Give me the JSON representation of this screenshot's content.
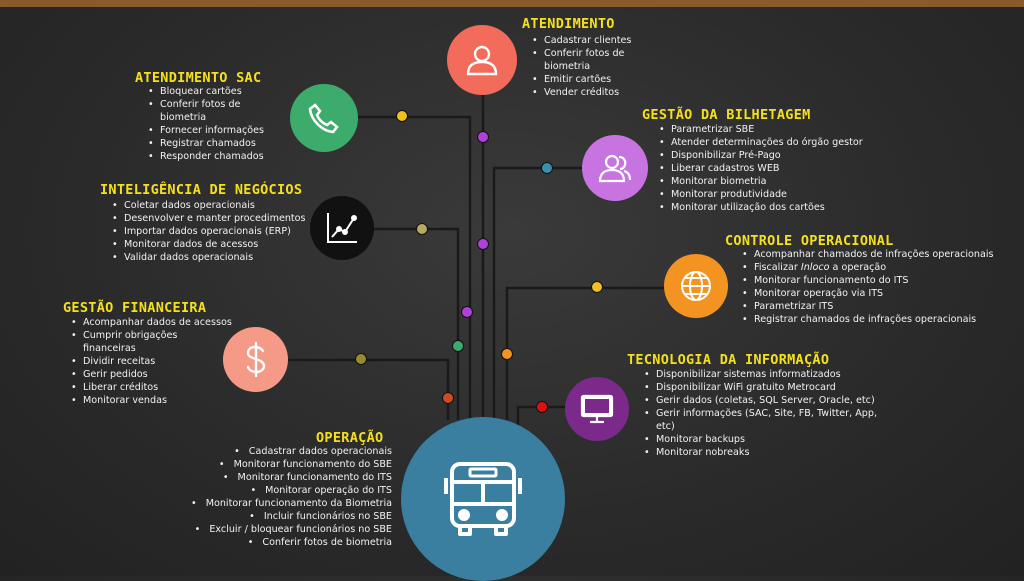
{
  "colors": {
    "title": "#f5e020",
    "atendimento": "#f26b5b",
    "sac": "#3dab6b",
    "bi": "#111111",
    "bilhetagem": "#c774e0",
    "financeira": "#f59a86",
    "controle": "#f39321",
    "ti": "#7b2a8c",
    "operacao": "#3a7f9f"
  },
  "sections": {
    "atendimento": {
      "title": "ATENDIMENTO",
      "icon": "person-icon",
      "items": [
        "Cadastrar clientes",
        "Conferir fotos de biometria",
        "Emitir cartões",
        "Vender créditos"
      ]
    },
    "sac": {
      "title": "ATENDIMENTO SAC",
      "icon": "phone-icon",
      "items": [
        "Bloquear cartões",
        "Conferir fotos de biometria",
        "Fornecer informações",
        "Registrar chamados",
        "Responder chamados"
      ]
    },
    "bilhetagem": {
      "title": "GESTÃO DA BILHETAGEM",
      "icon": "users-icon",
      "items": [
        "Parametrizar SBE",
        "Atender determinações do órgão gestor",
        "Disponibilizar Pré-Pago",
        "Liberar cadastros WEB",
        "Monitorar biometria",
        "Monitorar produtividade",
        "Monitorar utilização dos cartões"
      ]
    },
    "bi": {
      "title": "INTELIGÊNCIA DE NEGÓCIOS",
      "icon": "chart-icon",
      "items": [
        "Coletar dados operacionais",
        "Desenvolver e manter procedimentos",
        "Importar dados operacionais (ERP)",
        "Monitorar dados de acessos",
        "Validar dados operacionais"
      ]
    },
    "controle": {
      "title": "CONTROLE OPERACIONAL",
      "icon": "globe-icon",
      "items": [
        "Acompanhar chamados de infrações operacionais",
        "Fiscalizar Inloco a operação",
        "Monitorar funcionamento do ITS",
        "Monitorar operação via ITS",
        "Parametrizar ITS",
        "Registrar chamados de infrações operacionais"
      ]
    },
    "financeira": {
      "title": "GESTÃO FINANCEIRA",
      "icon": "dollar-icon",
      "items": [
        "Acompanhar dados de acessos",
        "Cumprir obrigações financeiras",
        "Dividir receitas",
        "Gerir pedidos",
        "Liberar créditos",
        "Monitorar vendas"
      ]
    },
    "ti": {
      "title": "TECNOLOGIA DA INFORMAÇÃO",
      "icon": "monitor-icon",
      "items": [
        "Disponibilizar sistemas informatizados",
        "Disponibilizar WiFi gratuito Metrocard",
        "Gerir dados (coletas, SQL Server, Oracle, etc)",
        "Gerir informações (SAC, Site, FB, Twitter, App, etc)",
        "Monitorar backups",
        "Monitorar nobreaks"
      ]
    },
    "operacao": {
      "title": "OPERAÇÃO",
      "icon": "bus-icon",
      "items": [
        "Cadastrar dados operacionais",
        "Monitorar funcionamento do SBE",
        "Monitorar funcionamento do ITS",
        "Monitorar operação do ITS",
        "Monitorar funcionamento da Biometria",
        "Incluir funcionários no SBE",
        "Excluir / bloquear funcionários no SBE",
        "Conferir fotos de biometria"
      ]
    }
  }
}
